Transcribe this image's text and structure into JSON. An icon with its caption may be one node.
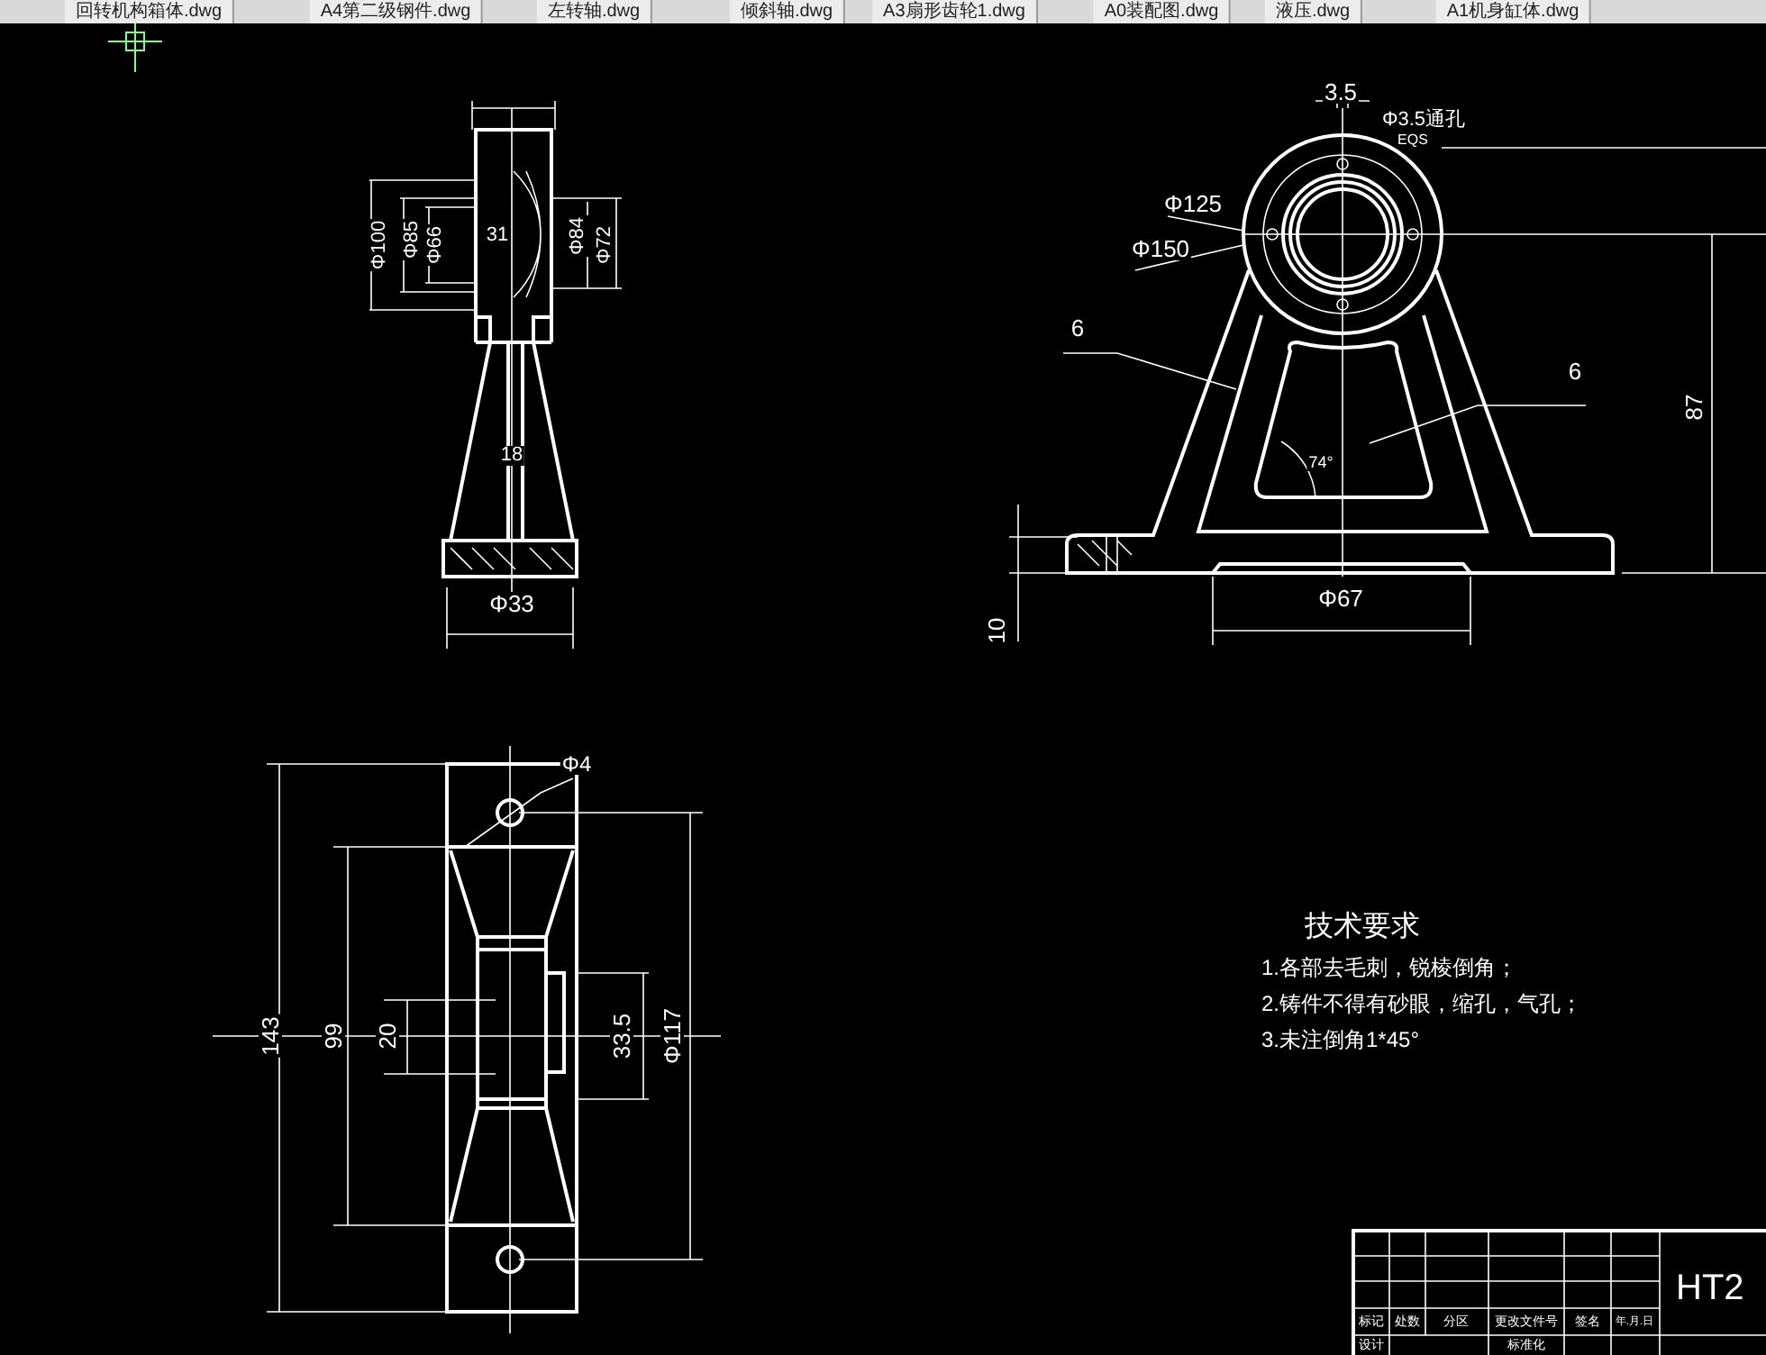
{
  "diagram": {
    "labels": [
      "回转机构箱体.dwg",
      "A4第二级钢件.dwg",
      "左转轴.dwg",
      "倾斜轴.dwg",
      "A3扇形齿轮1.dwg",
      "A0装配图.dwg",
      "液压.dwg",
      "A1机身缸体.dwg",
      "Φ100",
      "Φ85",
      "Φ66",
      "31",
      "Φ84",
      "Φ72",
      "18",
      "Φ33",
      "3.5",
      "Φ3.5通孔",
      "EQS",
      "Φ125",
      "Φ150",
      "6",
      "6",
      "74°",
      "87",
      "10",
      "Φ67",
      "Φ4",
      "143",
      "99",
      "20",
      "33.5",
      "Φ117",
      "技术要求",
      "1.各部去毛刺，锐棱倒角；",
      "2.铸件不得有砂眼，缩孔，气孔；",
      "3.未注倒角1*45°",
      "HT2",
      "标记",
      "处数",
      "分区",
      "更改文件号",
      "签名",
      "年.月.日",
      "设计",
      "标准化"
    ]
  }
}
